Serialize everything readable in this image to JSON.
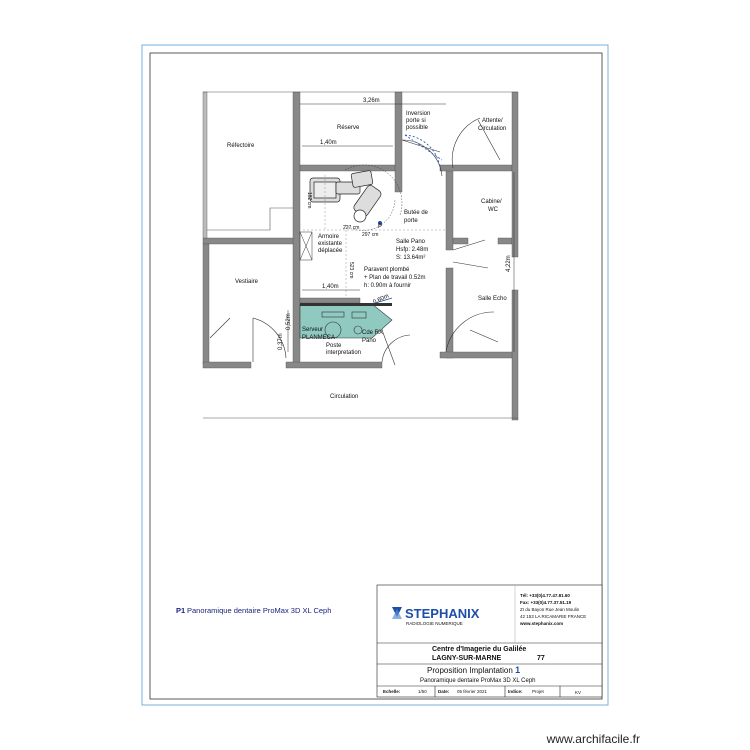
{
  "plan": {
    "rooms": {
      "refectoire": "Réfectoire",
      "reserve": "Réserve",
      "vestiaire": "Vestiaire",
      "circulation": "Circulation",
      "attente": "Attente/\nCirculation",
      "cabine_wc": "Cabine/\nWC",
      "salle_echo": "Salle Echo"
    },
    "dims": {
      "top_width": "3,26m",
      "reserve_width": "1,40m",
      "lower_width": "1,40m",
      "right_height": "4,22m",
      "left_a": "0,52m",
      "left_b": "0,37m",
      "diag": "0,60m",
      "small_297": "297 cm",
      "small_227": "227 cm",
      "small_523": "523 cm",
      "small_182": "182 cm"
    },
    "notes": {
      "inversion": "Inversion\nporte si\npossible",
      "butee": "Butée de\nporte",
      "armoire": "Armoire\nexistante\ndéplacée",
      "salle_pano": "Salle Pano\nHsfp: 2.48m\nS: 13.64m²",
      "paravent": "Paravent plombé\n+ Plan de travail 0.52m\nh: 0.90m à fournir",
      "serveur": "Serveur\nPLANMECA",
      "cde_rx": "Cde RX\nPano",
      "poste": "Poste\ninterpretation",
      "p_marker": "P"
    }
  },
  "legend": {
    "marker": "P1",
    "text": "Panoramique dentaire ProMax 3D XL Ceph"
  },
  "title_block": {
    "logo_text": "STEPHANIX",
    "logo_tagline": "RADIOLOGIE NUMERIQUE",
    "contact": [
      "Tél: +33(0)4.77.47.81.60",
      "Fax: +33(0)4.77.37.51.19",
      "ZI du Bayon  Rue Jean Moulin",
      "42 153 LA RICAMARIE FRANCE",
      "www.stephanix.com"
    ],
    "client": "Centre d'Imagerie du Galilée",
    "city": "LAGNY-SUR-MARNE",
    "dept": "77",
    "proposition_label": "Proposition Implantation",
    "proposition_number": "1",
    "subtitle": "Panoramique dentaire ProMax 3D XL Ceph",
    "echelle_label": "Echelle:",
    "echelle_value": "1/50",
    "date_label": "Date:",
    "date_value": "05 février 2021",
    "indice_label": "Indice:",
    "indice_value": "Projet",
    "author": "KV"
  },
  "colors": {
    "wall": "#888888",
    "accent_blue": "#1e4fa8",
    "counter": "#8fc9c0"
  },
  "watermark": "www.archifacile.fr"
}
